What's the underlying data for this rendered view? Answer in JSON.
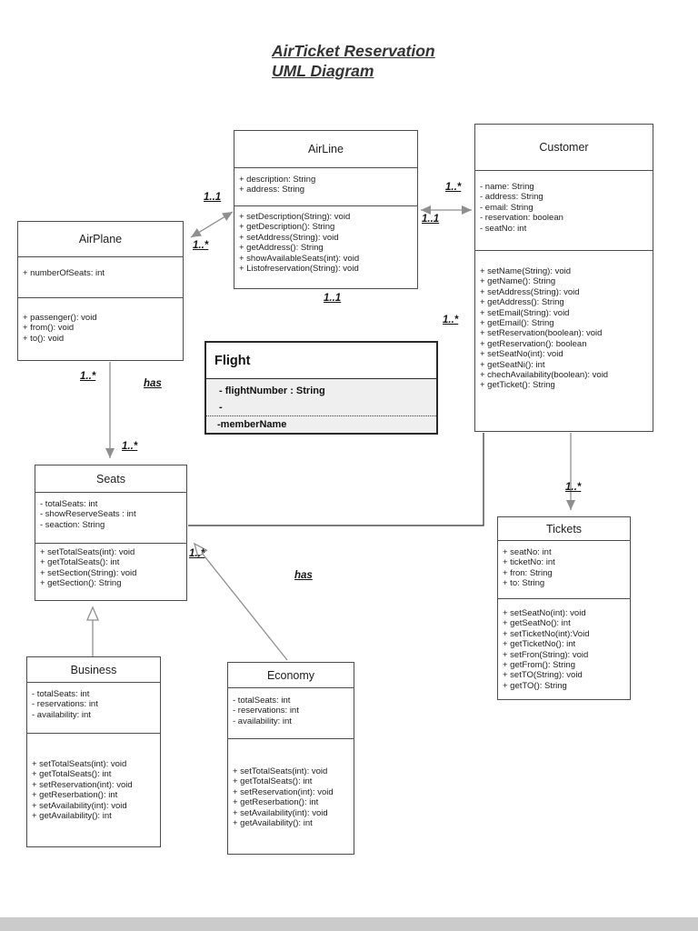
{
  "title": {
    "line1": "AirTicket Reservation",
    "line2": "UML Diagram"
  },
  "classes": {
    "airline": {
      "name": "AirLine",
      "attributes": [
        "+ description: String",
        "+ address: String"
      ],
      "methods": [
        "+ setDescription(String): void",
        "+ getDescription(): String",
        "+ setAddress(String): void",
        "+ getAddress(): String",
        "+ showAvailableSeats(int): void",
        "+ Listofreservation(String): void"
      ]
    },
    "customer": {
      "name": "Customer",
      "attributes": [
        "- name: String",
        "- address: String",
        "- email: String",
        "- reservation: boolean",
        "- seatNo: int"
      ],
      "methods": [
        "+ setName(String): void",
        "+ getName(): String",
        "+ setAddress(String): void",
        "+ getAddress(): String",
        "+ setEmail(String): void",
        "+ getEmail(): String",
        "+ setReservation(boolean): void",
        "+ getReservation(): boolean",
        "+ setSeatNo(int): void",
        "+ getSeatNi(): int",
        "+ chechAvailability(boolean): void",
        "+ getTicket(): String"
      ]
    },
    "airplane": {
      "name": "AirPlane",
      "attributes": [
        "+ numberOfSeats: int"
      ],
      "methods": [
        "+ passenger(): void",
        "+ from(): void",
        "+ to(): void"
      ]
    },
    "flight": {
      "name": "Flight",
      "line1": "- flightNumber : String",
      "line2": "-",
      "footer": "-memberName"
    },
    "seats": {
      "name": "Seats",
      "attributes": [
        "- totalSeats: int",
        "- showReserveSeats : int",
        "- seaction: String"
      ],
      "methods": [
        "+ setTotalSeats(int): void",
        "+ getTotalSeats(): int",
        "+ setSection(String): void",
        "+ getSection(): String"
      ]
    },
    "tickets": {
      "name": "Tickets",
      "attributes": [
        "+ seatNo: int",
        "+ ticketNo: int",
        "+ fron: String",
        "+ to: String"
      ],
      "methods": [
        "+ setSeatNo(int): void",
        "+ getSeatNo(): int",
        "+ setTicketNo(int):Void",
        "+ getTicketNo(): int",
        "+ setFron(String): void",
        "+ getFrom(): String",
        "+ setTO(String): void",
        "+ getTO(): String"
      ]
    },
    "business": {
      "name": "Business",
      "attributes": [
        "- totalSeats: int",
        "- reservations: int",
        "- availability: int"
      ],
      "methods": [
        "+ setTotalSeats(int): void",
        "+ getTotalSeats(): int",
        "+ setReservation(int): void",
        "+ getReserbation(): int",
        "+ setAvailability(int): void",
        "+ getAvailability(): int"
      ]
    },
    "economy": {
      "name": "Economy",
      "attributes": [
        "- totalSeats: int",
        "- reservations: int",
        "- availability: int"
      ],
      "methods": [
        "+ setTotalSeats(int): void",
        "+ getTotalSeats(): int",
        "+ setReservation(int): void",
        "+ getReserbation(): int",
        "+ setAvailability(int): void",
        "+ getAvailability(): int"
      ]
    }
  },
  "labels": {
    "airplane_airline_top": "1..1",
    "airplane_airline_bottom": "1..*",
    "airline_customer_top": "1..*",
    "airline_customer_bottom": "1..1",
    "airline_bottom": "1..1",
    "customer_left": "1..*",
    "airplane_seats_top": "1..*",
    "has_left": "has",
    "airplane_seats_bottom": "1..*",
    "customer_tickets": "1..*",
    "seats_economy": "1..*",
    "has_right": "has"
  },
  "colors": {
    "connector_gray": "#8f8f8f",
    "association_dark": "#2b2b2b",
    "box_border": "#4d4d4d",
    "flight_body_fill": "#efefef"
  }
}
